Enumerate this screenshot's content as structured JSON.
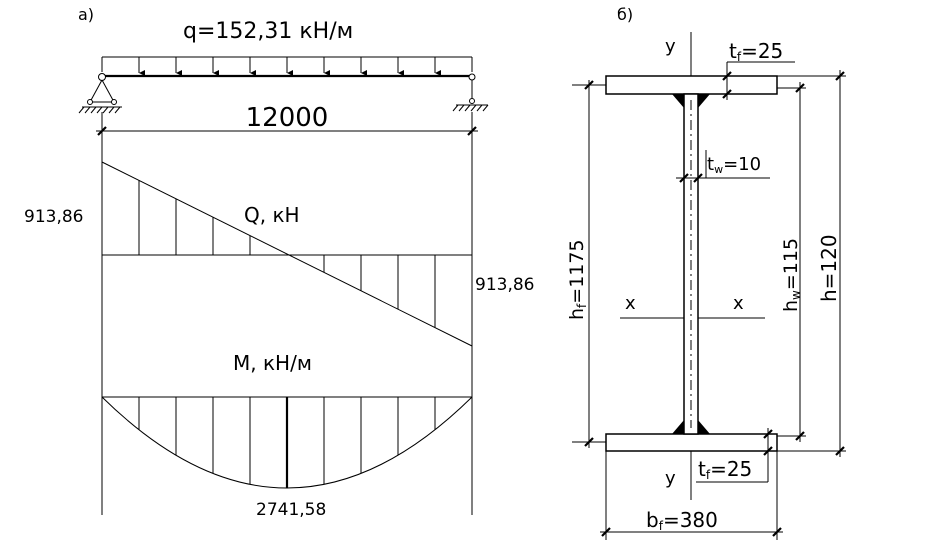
{
  "panel_a": {
    "label": "а)",
    "load_label": "q=152,31  кН/м",
    "span_label": "12000",
    "shear": {
      "title": "Q,  кН",
      "left_value": "913,86",
      "right_value": "913,86"
    },
    "moment": {
      "title": "М,  кН/м",
      "max_value": "2741,58"
    }
  },
  "panel_b": {
    "label": "б)",
    "axis_y_top": "y",
    "axis_y_bottom": "y",
    "axis_x_left": "x",
    "axis_x_right": "x",
    "tf_top": {
      "sym": "t",
      "sub": "f",
      "val": "=25"
    },
    "tw": {
      "sym": "t",
      "sub": "w",
      "val": "=10"
    },
    "tf_bottom": {
      "sym": "t",
      "sub": "f",
      "val": "=25"
    },
    "hf": {
      "sym": "h",
      "sub": "f",
      "val": "=1175"
    },
    "hw": {
      "sym": "h",
      "sub": "w",
      "val": "=115"
    },
    "h": {
      "text": "h=120"
    },
    "bf": {
      "sym": "b",
      "sub": "f",
      "val": "=380"
    }
  }
}
